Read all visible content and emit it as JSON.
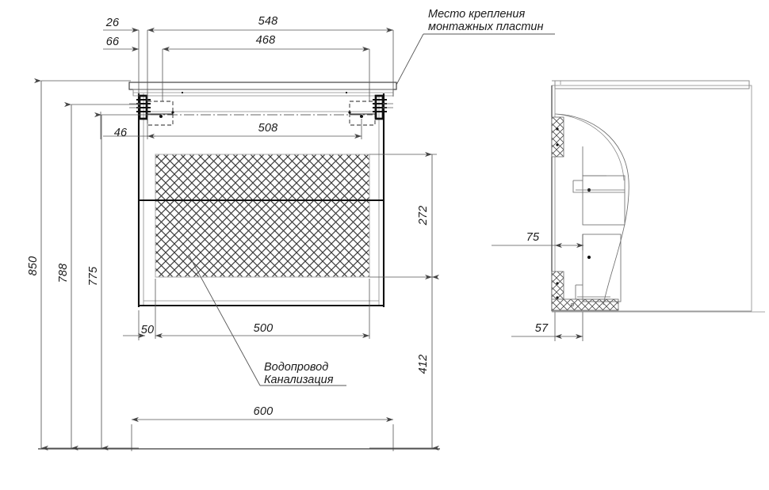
{
  "drawing": {
    "title": "Bathroom vanity cabinet assembly drawing",
    "units": "mm",
    "background_color": "#ffffff",
    "line_color": "#111111",
    "dimension_color": "#555555"
  },
  "annotations": [
    {
      "id": "mounting-plates",
      "line1": "Место крепления",
      "line2": "монтажных пластин",
      "meaning": "Mounting plate attachment location"
    },
    {
      "id": "plumbing",
      "line1": "Водопровод",
      "line2": "Канализация",
      "meaning": "Water supply / Sewerage"
    }
  ],
  "front_view": {
    "name": "front-elevation",
    "dimensions": {
      "top_offset_left_outer": "26",
      "top_offset_left_inner": "66",
      "top_width_outer": "548",
      "top_width_inner": "468",
      "bracket_span": "508",
      "bracket_drop": "46",
      "height_overall": "850",
      "height_to_body_top": "788",
      "height_inner": "775",
      "bottom_offset_left": "50",
      "bottom_inner_width": "500",
      "overall_width": "600",
      "panel_height": "272",
      "floor_to_panel": "412"
    }
  },
  "side_view": {
    "name": "side-section",
    "dimensions": {
      "plumbing_offset": "75",
      "foot_offset": "57"
    }
  },
  "dimension_labels": {
    "d26": "26",
    "d66": "66",
    "d548": "548",
    "d468": "468",
    "d508": "508",
    "d46": "46",
    "d850": "850",
    "d788": "788",
    "d775": "775",
    "d50": "50",
    "d500": "500",
    "d600": "600",
    "d272": "272",
    "d412": "412",
    "d75": "75",
    "d57": "57"
  }
}
